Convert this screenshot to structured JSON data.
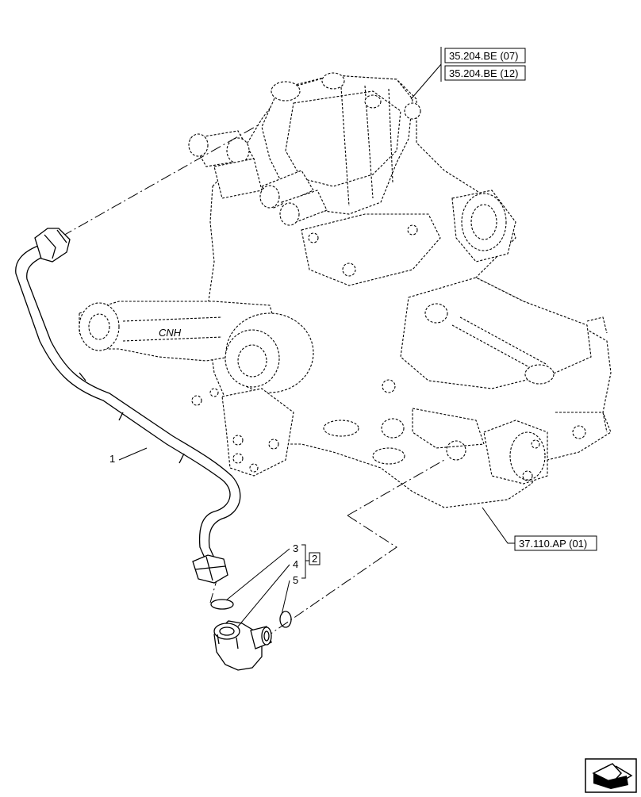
{
  "references": {
    "ref_top_1": "35.204.BE (07)",
    "ref_top_2": "35.204.BE (12)",
    "ref_bottom": "37.110.AP (01)"
  },
  "callouts": {
    "item_1": "1",
    "item_3": "3",
    "item_4": "4",
    "item_5": "5",
    "boxed_2": "2"
  },
  "nav_icon": "next-page-arrow-icon"
}
